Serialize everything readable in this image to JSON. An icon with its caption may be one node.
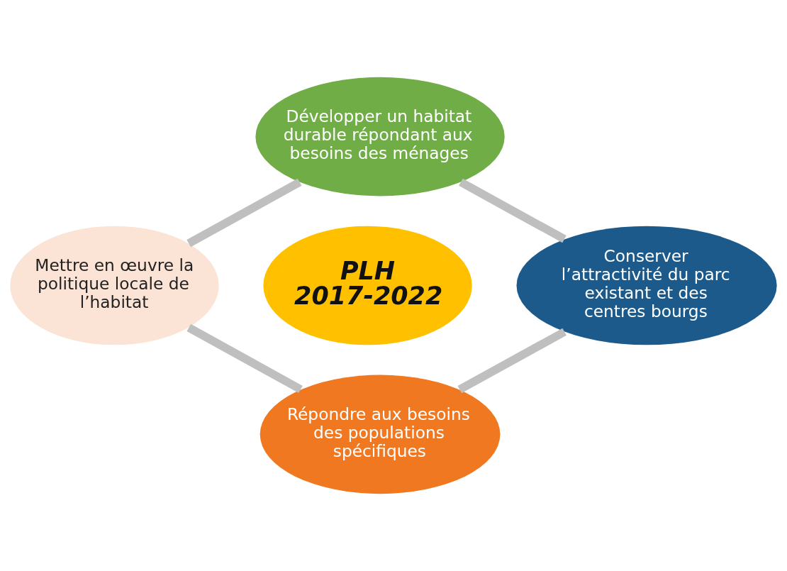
{
  "diagram": {
    "nodes": [
      {
        "text": [
          "Développer un habitat durable répondant aux besoins des ménages"
        ]
      },
      {
        "text": [
          "Mettre en œuvre la politique locale de l’habitat"
        ]
      },
      {
        "text": [
          "PLH",
          "2017-2022"
        ]
      },
      {
        "text": [
          "Conserver l’attractivité du parc existant et des centres bourgs"
        ]
      },
      {
        "text": [
          "Répondre aux besoins des populations spécifiques"
        ]
      }
    ],
    "edges": [
      {
        "from": 0,
        "to": 3,
        "arrow": "none"
      },
      {
        "from": 3,
        "to": 4,
        "arrow": "none"
      },
      {
        "from": 4,
        "to": 1,
        "arrow": "none"
      },
      {
        "from": 1,
        "to": 0,
        "arrow": "none"
      }
    ]
  }
}
